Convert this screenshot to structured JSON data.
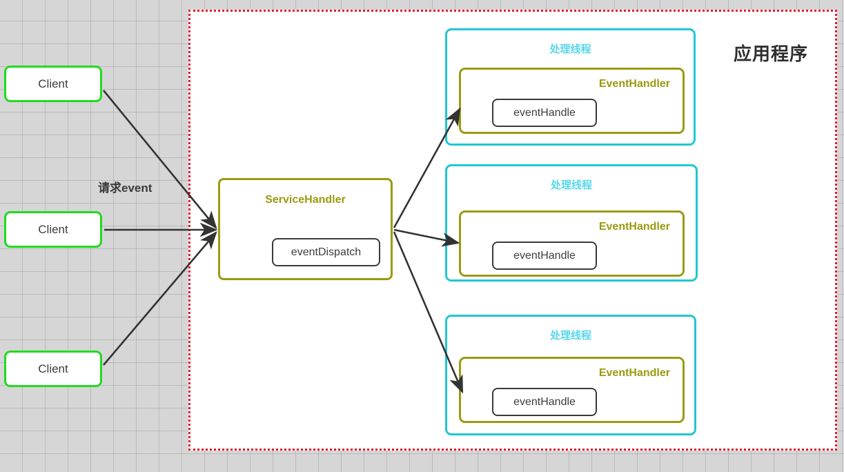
{
  "canvas": {
    "background_color": "#d6d6d6",
    "grid_color": "#9b9b9b",
    "grid_size": 33
  },
  "application": {
    "title": "应用程序",
    "border_color": "#e8162b",
    "border_style": "dotted",
    "background": "#ffffff"
  },
  "clients": [
    {
      "label": "Client"
    },
    {
      "label": "Client"
    },
    {
      "label": "Client"
    }
  ],
  "client_style": {
    "border_color": "#1fdb1f",
    "text_color": "#3b3b3b"
  },
  "request_label": {
    "text": "请求event",
    "color": "#3a3a3a"
  },
  "service_handler": {
    "title": "ServiceHandler",
    "method": "eventDispatch",
    "border_color": "#9a9a10",
    "title_color": "#9a9a10",
    "method_border_color": "#3a3a3a"
  },
  "threads": [
    {
      "title": "处理线程",
      "handler_title": "EventHandler",
      "handler_method": "eventHandle"
    },
    {
      "title": "处理线程",
      "handler_title": "EventHandler",
      "handler_method": "eventHandle"
    },
    {
      "title": "处理线程",
      "handler_title": "EventHandler",
      "handler_method": "eventHandle"
    }
  ],
  "thread_style": {
    "border_color": "#1ec8d0",
    "title_color": "#58d7ec",
    "handler_border_color": "#9a9a10",
    "handler_title_color": "#9a9a10"
  },
  "arrows": {
    "color": "#333333",
    "inbound_count": 3,
    "outbound_count": 3
  }
}
